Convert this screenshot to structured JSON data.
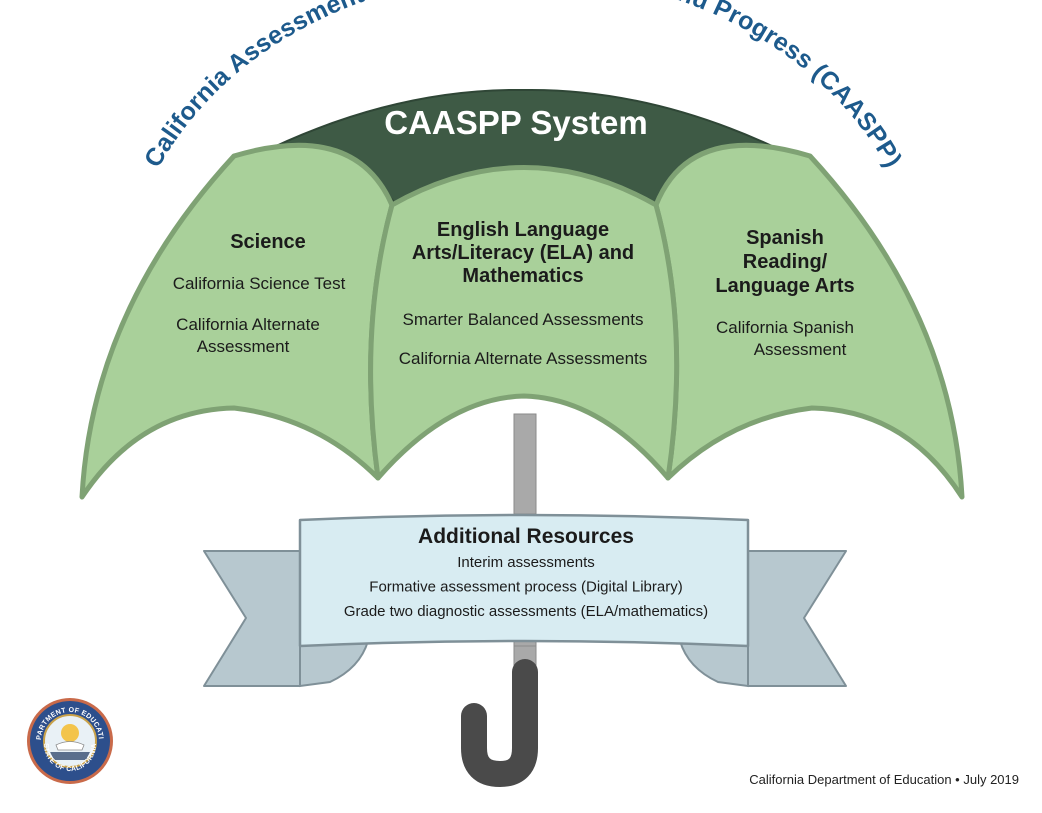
{
  "arc_title": "California Assessment of Student Performance and Progress (CAASPP)",
  "system_title": "CAASPP System",
  "panels": [
    {
      "id": "science",
      "title_lines": [
        "Science"
      ],
      "items": [
        [
          "California Science Test"
        ],
        [
          "California Alternate",
          "Assessment"
        ]
      ]
    },
    {
      "id": "ela-math",
      "title_lines": [
        "English Language",
        "Arts/Literacy (ELA) and",
        "Mathematics"
      ],
      "items": [
        [
          "Smarter Balanced Assessments"
        ],
        [
          "California Alternate Assessments"
        ]
      ]
    },
    {
      "id": "spanish",
      "title_lines": [
        "Spanish",
        "Reading/",
        "Language Arts"
      ],
      "items": [
        [
          "California Spanish",
          "Assessment"
        ]
      ]
    }
  ],
  "resources": {
    "title": "Additional Resources",
    "items": [
      "Interim assessments",
      "Formative assessment process (Digital Library)",
      "Grade two diagnostic assessments (ELA/mathematics)"
    ]
  },
  "seal": {
    "top_text": "DEPARTMENT OF EDUCATION",
    "bottom_text": "STATE OF CALIFORNIA"
  },
  "footer": "California Department of Education • July 2019",
  "colors": {
    "canopy_fill": "#a9d09a",
    "canopy_stroke": "#7fa274",
    "canopy_dark": "#3e5a45",
    "arc_text": "#1d5a8c",
    "shaft": "#a9a9a9",
    "handle": "#4a4a4a",
    "banner_front": "#d8ecf2",
    "banner_back": "#b7c8cf",
    "banner_stroke": "#7f9098"
  }
}
